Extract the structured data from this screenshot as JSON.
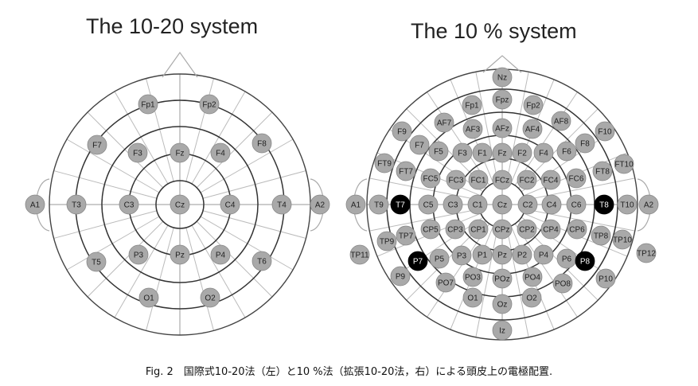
{
  "titles": {
    "left": "The 10-20 system",
    "right": "The 10 % system"
  },
  "caption": "Fig. 2　国際式10-20法（左）と10 %法（拡張10-20法，右）による頭皮上の電極配置.",
  "colors": {
    "electrode_fill": "#a9a9a9",
    "electrode_highlight": "#000000",
    "label_dark": "#222222",
    "label_light": "#ffffff",
    "lines": "#555555"
  },
  "left_system": {
    "electrodes": [
      {
        "label": "Fp1"
      },
      {
        "label": "Fp2"
      },
      {
        "label": "F7"
      },
      {
        "label": "F3"
      },
      {
        "label": "Fz"
      },
      {
        "label": "F4"
      },
      {
        "label": "F8"
      },
      {
        "label": "A1"
      },
      {
        "label": "T3"
      },
      {
        "label": "C3"
      },
      {
        "label": "Cz"
      },
      {
        "label": "C4"
      },
      {
        "label": "T4"
      },
      {
        "label": "A2"
      },
      {
        "label": "T5"
      },
      {
        "label": "P3"
      },
      {
        "label": "Pz"
      },
      {
        "label": "P4"
      },
      {
        "label": "T6"
      },
      {
        "label": "O1"
      },
      {
        "label": "O2"
      }
    ]
  },
  "right_system": {
    "electrodes": [
      {
        "label": "Nz"
      },
      {
        "label": "Fpz"
      },
      {
        "label": "Fp1"
      },
      {
        "label": "Fp2"
      },
      {
        "label": "AF7"
      },
      {
        "label": "AF3"
      },
      {
        "label": "AFz"
      },
      {
        "label": "AF4"
      },
      {
        "label": "AF8"
      },
      {
        "label": "F9"
      },
      {
        "label": "F7"
      },
      {
        "label": "F5"
      },
      {
        "label": "F3"
      },
      {
        "label": "F1"
      },
      {
        "label": "Fz"
      },
      {
        "label": "F2"
      },
      {
        "label": "F4"
      },
      {
        "label": "F6"
      },
      {
        "label": "F8"
      },
      {
        "label": "F10"
      },
      {
        "label": "FT9"
      },
      {
        "label": "FT7"
      },
      {
        "label": "FC5"
      },
      {
        "label": "FC3"
      },
      {
        "label": "FC1"
      },
      {
        "label": "FCz"
      },
      {
        "label": "FC2"
      },
      {
        "label": "FC4"
      },
      {
        "label": "FC6"
      },
      {
        "label": "FT8"
      },
      {
        "label": "FT10"
      },
      {
        "label": "A1"
      },
      {
        "label": "T9"
      },
      {
        "label": "T7",
        "highlight": true
      },
      {
        "label": "C5"
      },
      {
        "label": "C3"
      },
      {
        "label": "C1"
      },
      {
        "label": "Cz"
      },
      {
        "label": "C2"
      },
      {
        "label": "C4"
      },
      {
        "label": "C6"
      },
      {
        "label": "T8",
        "highlight": true
      },
      {
        "label": "T10"
      },
      {
        "label": "A2"
      },
      {
        "label": "TP9"
      },
      {
        "label": "TP7"
      },
      {
        "label": "CP5"
      },
      {
        "label": "CP3"
      },
      {
        "label": "CP1"
      },
      {
        "label": "CPz"
      },
      {
        "label": "CP2"
      },
      {
        "label": "CP4"
      },
      {
        "label": "CP6"
      },
      {
        "label": "TP8"
      },
      {
        "label": "TP10"
      },
      {
        "label": "TP11"
      },
      {
        "label": "TP12"
      },
      {
        "label": "P9"
      },
      {
        "label": "P7",
        "highlight": true
      },
      {
        "label": "P5"
      },
      {
        "label": "P3"
      },
      {
        "label": "P1"
      },
      {
        "label": "Pz"
      },
      {
        "label": "P2"
      },
      {
        "label": "P4"
      },
      {
        "label": "P6"
      },
      {
        "label": "P8",
        "highlight": true
      },
      {
        "label": "P10"
      },
      {
        "label": "PO7"
      },
      {
        "label": "PO3"
      },
      {
        "label": "POz"
      },
      {
        "label": "PO4"
      },
      {
        "label": "PO8"
      },
      {
        "label": "O1"
      },
      {
        "label": "Oz"
      },
      {
        "label": "O2"
      },
      {
        "label": "Iz"
      }
    ]
  }
}
